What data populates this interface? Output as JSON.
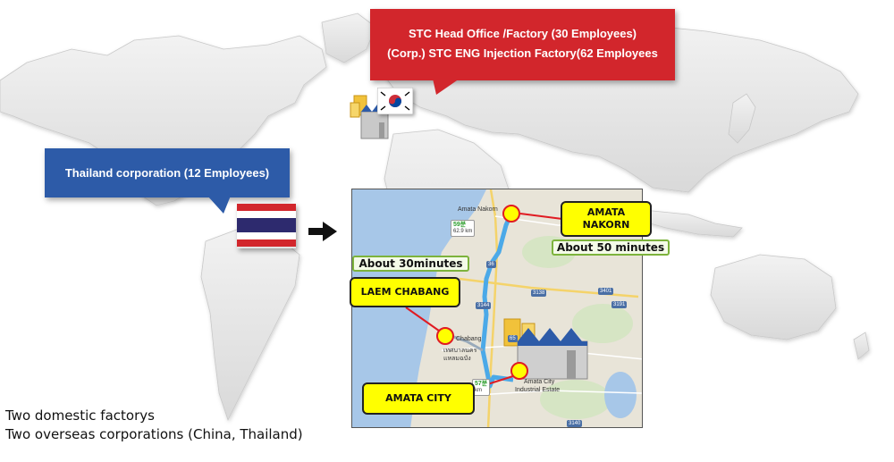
{
  "callouts": {
    "korea_line1": "STC Head Office /Factory (30 Employees)",
    "korea_line2": "(Corp.) STC ENG Injection Factory(62 Employees",
    "thailand": "Thailand corporation (12 Employees)"
  },
  "inset": {
    "places": {
      "amata_nakorn_map": "Amata Nakorn",
      "chabang": "Chabang",
      "thai_script_1": "เทศบาลนคร",
      "thai_script_2": "แหลมฉบัง",
      "amata_city_map_1": "Amata City",
      "amata_city_map_2": "Industrial Estate"
    },
    "route_badges": [
      {
        "time": "59분",
        "dist": "62.9 km"
      },
      {
        "time": "57분",
        "dist": "km"
      }
    ],
    "road_shields": [
      "36",
      "3144",
      "3138",
      "3401",
      "3191",
      "3140",
      "65"
    ],
    "labels": {
      "amata_nakorn": "AMATA\nNAKORN",
      "about_50": "About 50 minutes",
      "about_30": "About  30minutes",
      "laem_chabang": "LAEM CHABANG",
      "amata_city": "AMATA CITY"
    }
  },
  "summary": {
    "line1": "Two domestic factorys",
    "line2": "Two overseas corporations (China, Thailand)"
  },
  "colors": {
    "red_callout": "#d2262c",
    "blue_callout": "#2d5ba8",
    "marker_yellow": "#ffff00",
    "route_blue": "#4ba9e8",
    "connector_red": "#e01b22",
    "time_green": "#7db33c"
  },
  "icons": [
    "factory-icon",
    "korea-flag-icon",
    "thailand-flag-icon",
    "arrow-right-icon",
    "location-marker-icon"
  ]
}
